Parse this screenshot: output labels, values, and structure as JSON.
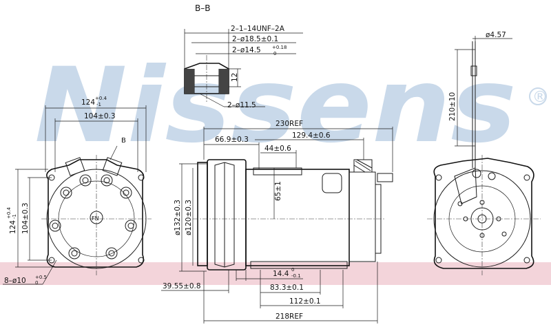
{
  "watermark": {
    "brand": "Nissens",
    "registered": "®",
    "color": "#c9d9ea",
    "band_color": "#f3d4da"
  },
  "section_label": "B–B",
  "front_view": {
    "width_top": "124⁺⁰·⁴₋₁",
    "width_top_main": "124",
    "width_top_tol_up": "+0.4",
    "width_top_tol_dn": "-1",
    "bolt_spacing": "104±0.3",
    "port_label": "B",
    "height_main": "124",
    "height_tol_up": "+0.4",
    "height_tol_dn": "-1",
    "height_bolt": "104±0.3",
    "holes_main": "8–ø10",
    "holes_tol_up": "+0.5",
    "holes_tol_dn": "0",
    "center_mark": "FN"
  },
  "section_detail": {
    "thread": "2–1–14UNF–2A",
    "dia1": "2–ø18.5±0.1",
    "dia2_main": "2–ø14.5",
    "dia2_tol_up": "+0.18",
    "dia2_tol_dn": "0",
    "height": "12",
    "bore": "2–ø11.5"
  },
  "side_view": {
    "overall_ref": "230REF",
    "length_1294": "129.4±0.6",
    "length_669": "66.9±0.3",
    "length_44": "44±0.6",
    "height_65": "65±1",
    "dia_132": "ø132±0.3",
    "dia_120": "ø120±0.3",
    "len_144_main": "14.4",
    "len_144_tol_up": "0",
    "len_144_tol_dn": "-0.1",
    "len_3955": "39.55±0.8",
    "len_833": "83.3±0.1",
    "len_112": "112±0.1",
    "bottom_ref": "218REF"
  },
  "wire_view": {
    "wire_dia": "ø4.57",
    "wire_len": "210±10"
  }
}
